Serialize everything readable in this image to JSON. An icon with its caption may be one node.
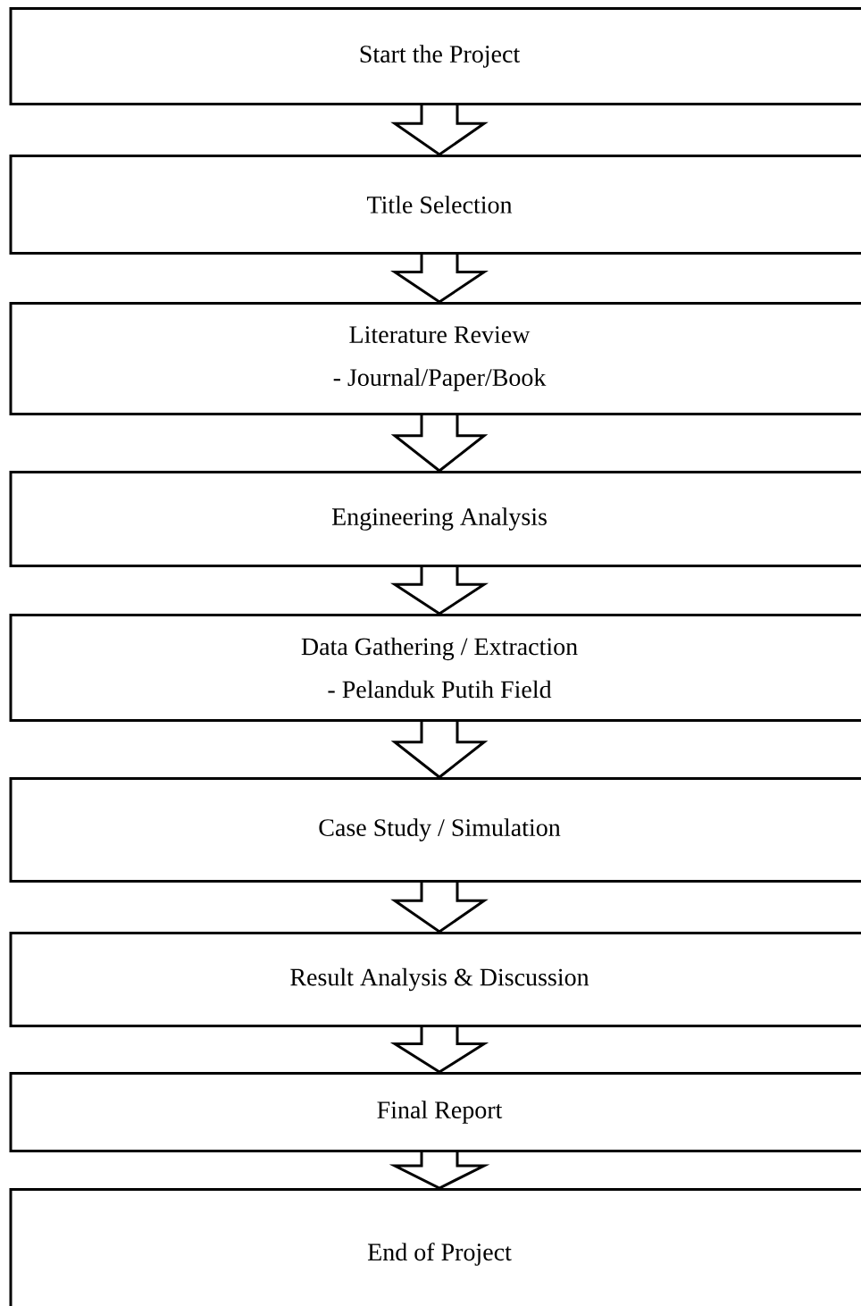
{
  "diagram": {
    "nodes": [
      {
        "text": [
          "Start the Project"
        ]
      },
      {
        "text": [
          "Title Selection"
        ]
      },
      {
        "text": [
          "Literature Review",
          "- Journal/Paper/Book"
        ]
      },
      {
        "text": [
          "Engineering Analysis"
        ]
      },
      {
        "text": [
          "Data Gathering / Extraction",
          "- Pelanduk Putih Field"
        ]
      },
      {
        "text": [
          "Case Study / Simulation"
        ]
      },
      {
        "text": [
          "Result Analysis & Discussion"
        ]
      },
      {
        "text": [
          "Final Report"
        ]
      },
      {
        "text": [
          "End of Project"
        ]
      }
    ],
    "edges": [
      {
        "from": 0,
        "to": 1,
        "arrow": "to"
      },
      {
        "from": 1,
        "to": 2,
        "arrow": "to"
      },
      {
        "from": 2,
        "to": 3,
        "arrow": "to"
      },
      {
        "from": 3,
        "to": 4,
        "arrow": "to"
      },
      {
        "from": 4,
        "to": 5,
        "arrow": "to"
      },
      {
        "from": 5,
        "to": 6,
        "arrow": "to"
      },
      {
        "from": 6,
        "to": 7,
        "arrow": "to"
      },
      {
        "from": 7,
        "to": 8,
        "arrow": "to"
      }
    ]
  }
}
